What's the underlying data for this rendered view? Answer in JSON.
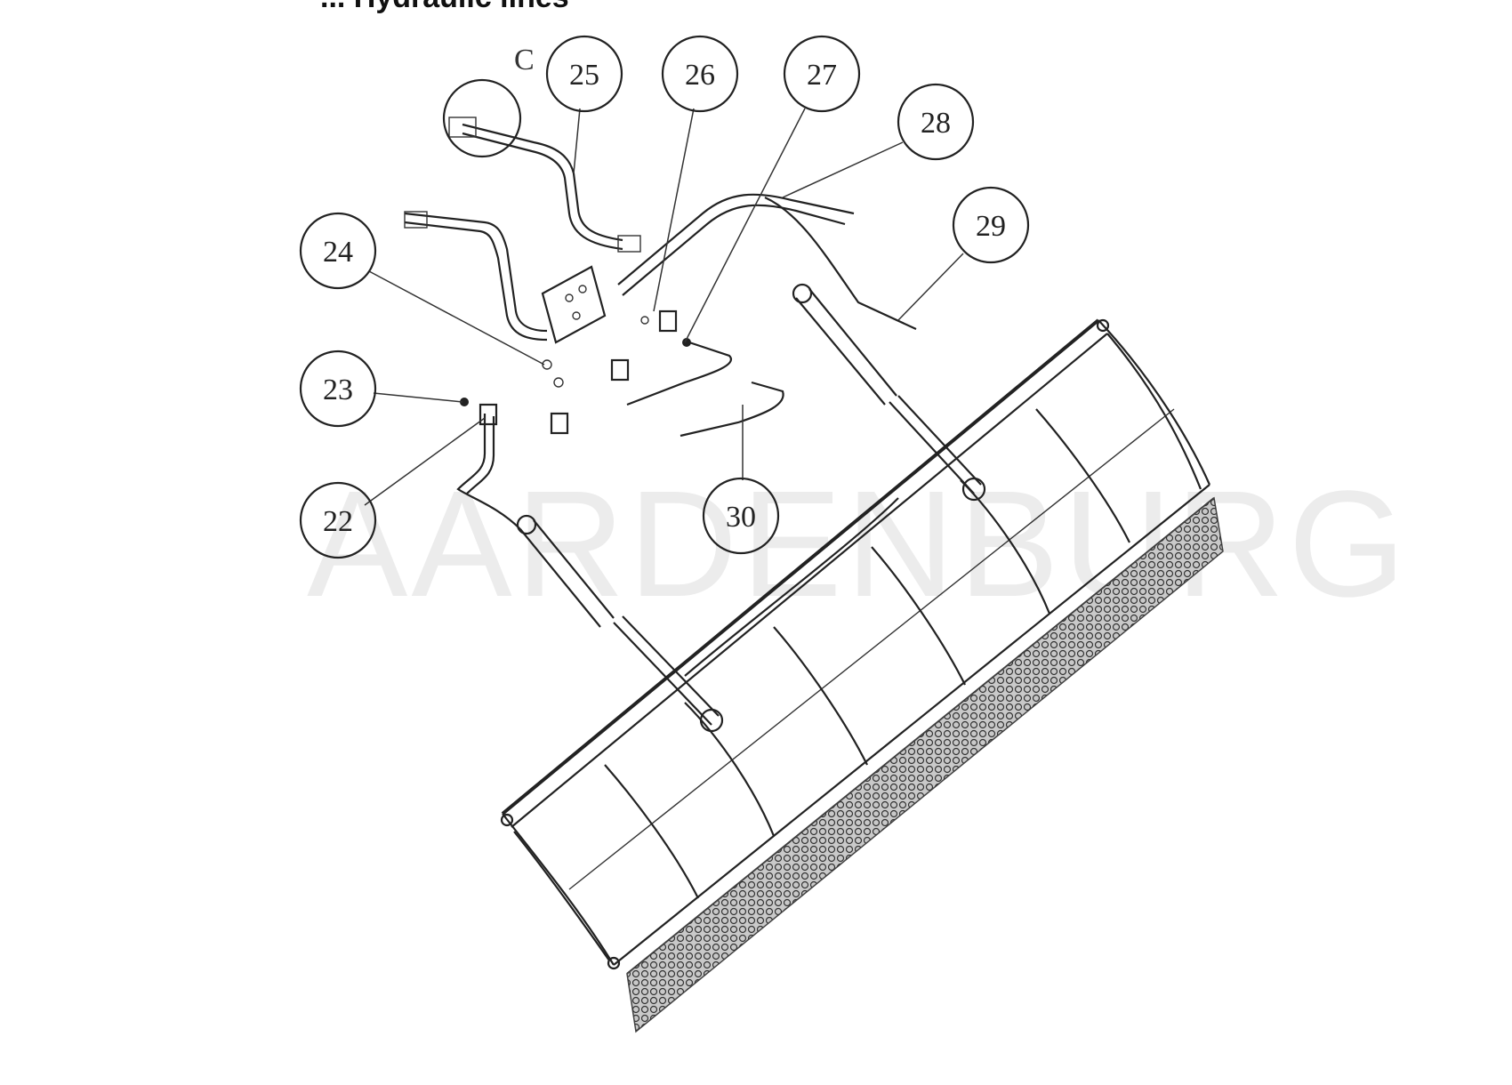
{
  "title": "... Hydraulic lines",
  "view_label": "C",
  "watermark": "AARDENBURG",
  "callouts": [
    {
      "id": "22",
      "label": "22"
    },
    {
      "id": "23",
      "label": "23"
    },
    {
      "id": "24",
      "label": "24"
    },
    {
      "id": "25",
      "label": "25"
    },
    {
      "id": "26",
      "label": "26"
    },
    {
      "id": "27",
      "label": "27"
    },
    {
      "id": "28",
      "label": "28"
    },
    {
      "id": "29",
      "label": "29"
    },
    {
      "id": "30",
      "label": "30"
    }
  ]
}
